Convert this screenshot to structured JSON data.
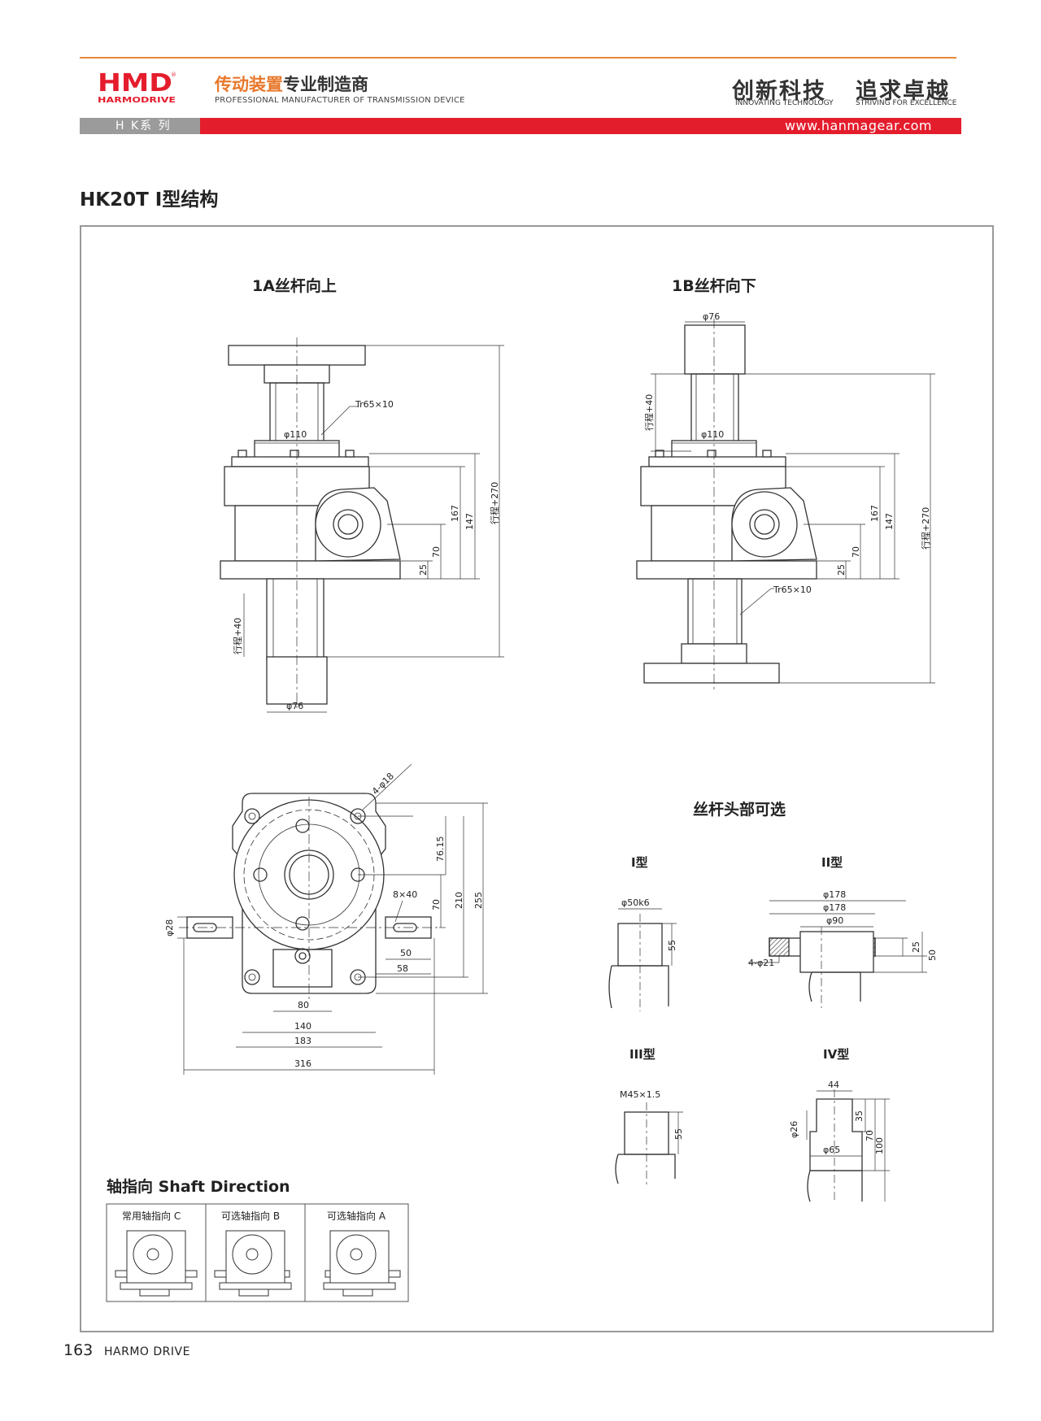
{
  "header": {
    "logo_letters": "HMD",
    "logo_reg": "®",
    "logo_text": "HARMODRIVE",
    "tagline_cn_highlight": "传动装置",
    "tagline_cn_rest": "专业制造商",
    "tagline_en": "PROFESSIONAL MANUFACTURER OF TRANSMISSION DEVICE",
    "slogan_cn_1": "创新科技",
    "slogan_cn_2": "追求卓越",
    "slogan_en_1": "INNOVATING TECHNOLOGY",
    "slogan_en_2": "STRIVING FOR EXCELLENCE",
    "series": "H K系 列",
    "website": "www.hanmagear.com"
  },
  "page_title": "HK20T I型结构",
  "colors": {
    "accent_red": "#e41d2d",
    "accent_orange": "#e68a3a",
    "series_grey": "#9b9b9b"
  },
  "view_1a": {
    "title": "1A丝杆向上",
    "thread": "Tr65×10",
    "phi_110": "φ110",
    "phi_76": "φ76",
    "stroke_40": "行程+40",
    "stroke_270": "行程+270",
    "dim_147": "147",
    "dim_167": "167",
    "dim_70": "70",
    "dim_25": "25"
  },
  "view_1b": {
    "title": "1B丝杆向下",
    "thread": "Tr65×10",
    "phi_110": "φ110",
    "phi_76": "φ76",
    "stroke_40": "行程+40",
    "stroke_270": "行程+270",
    "dim_147": "147",
    "dim_167": "167",
    "dim_70": "70",
    "dim_25": "25"
  },
  "top_view": {
    "holes": "4-φ18",
    "keyway": "8×40",
    "shaft_dia": "φ28",
    "dim_76_15": "76.15",
    "dim_70": "70",
    "dim_210": "210",
    "dim_255": "255",
    "dim_50": "50",
    "dim_58": "58",
    "dim_80": "80",
    "dim_140": "140",
    "dim_183": "183",
    "dim_316": "316"
  },
  "options": {
    "title": "丝杆头部可选",
    "type_1": {
      "label": "I型",
      "dia": "φ50k6",
      "height": "55"
    },
    "type_2": {
      "label": "II型",
      "d1": "φ178",
      "d2": "φ178",
      "d3": "φ90",
      "holes": "4-φ21",
      "h1": "25",
      "h2": "50"
    },
    "type_3": {
      "label": "III型",
      "thread": "M45×1.5",
      "height": "55"
    },
    "type_4": {
      "label": "IV型",
      "width": "44",
      "d_small": "φ26",
      "d_large": "φ65",
      "h1": "35",
      "h2": "70",
      "h3": "100"
    }
  },
  "shaft_direction": {
    "title": "轴指向 Shaft Direction",
    "columns": [
      "常用轴指向 C",
      "可选轴指向 B",
      "可选轴指向 A"
    ]
  },
  "footer": {
    "page": "163",
    "brand": "HARMO DRIVE"
  }
}
